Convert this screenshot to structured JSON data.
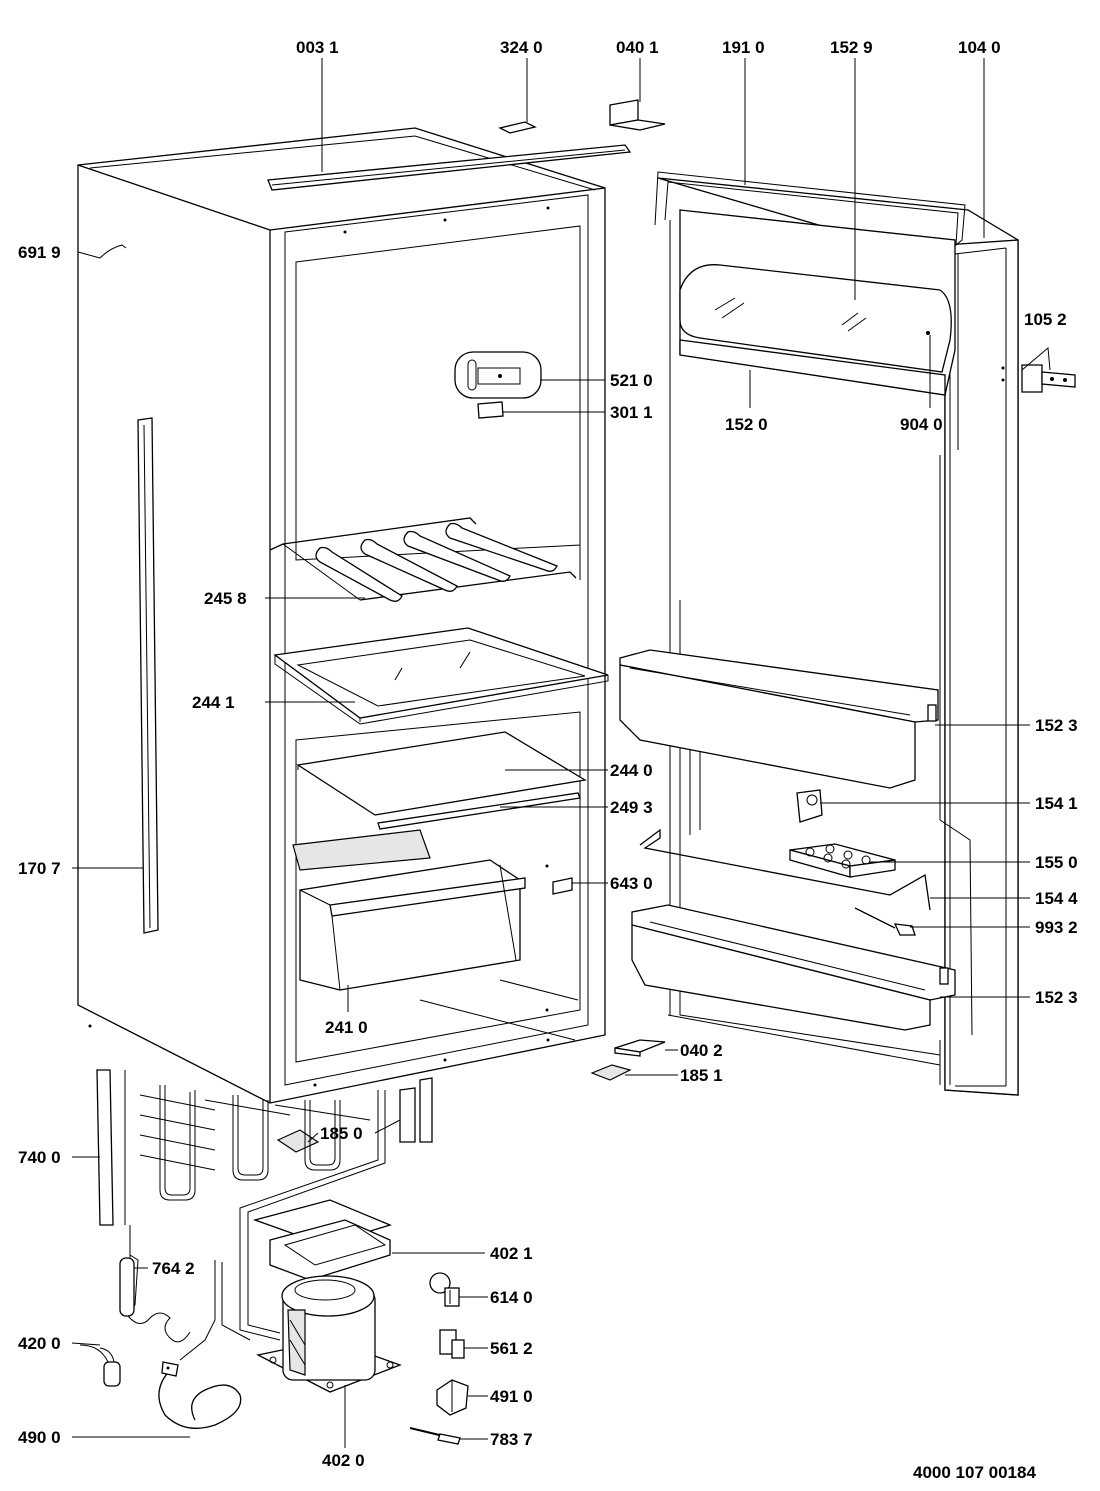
{
  "labels": {
    "l0031": "003 1",
    "l3240": "324 0",
    "l0401": "040 1",
    "l1910": "191 0",
    "l1529": "152 9",
    "l1040": "104 0",
    "l6919": "691 9",
    "l1052": "105 2",
    "l5210": "521 0",
    "l3011": "301 1",
    "l1520": "152 0",
    "l9040": "904 0",
    "l2458": "245 8",
    "l2441": "244 1",
    "l1523a": "152 3",
    "l2440": "244 0",
    "l2493": "249 3",
    "l1541": "154 1",
    "l1707": "170 7",
    "l1550": "155 0",
    "l6430": "643 0",
    "l1544": "154 4",
    "l9932": "993 2",
    "l1523b": "152 3",
    "l2410": "241 0",
    "l0402": "040 2",
    "l1851": "185 1",
    "l1850": "185 0",
    "l7400": "740 0",
    "l4021": "402 1",
    "l7642": "764 2",
    "l6140": "614 0",
    "l5612": "561 2",
    "l4200": "420 0",
    "l4910": "491 0",
    "l4900": "490 0",
    "l7837": "783 7",
    "l4020": "402 0"
  },
  "drawing_code": "4000 107 00184"
}
